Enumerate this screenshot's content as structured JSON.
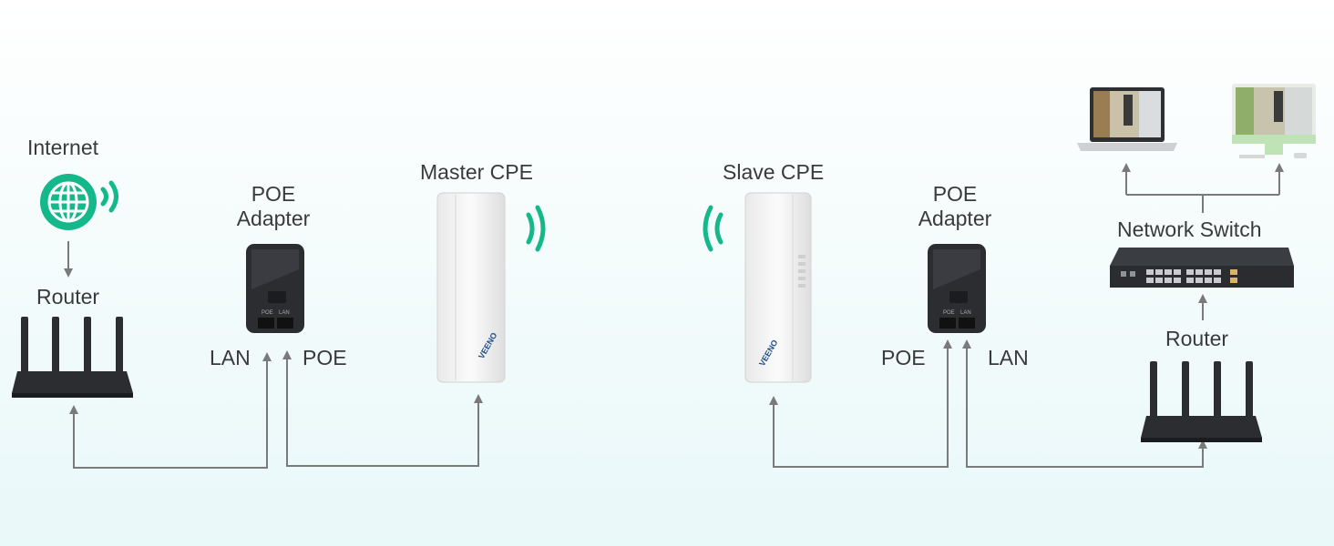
{
  "labels": {
    "internet": "Internet",
    "router_left": "Router",
    "poe_left_line1": "POE",
    "poe_left_line2": "Adapter",
    "lan_left": "LAN",
    "poe_port_left": "POE",
    "master_cpe": "Master CPE",
    "slave_cpe": "Slave CPE",
    "poe_right_line1": "POE",
    "poe_right_line2": "Adapter",
    "poe_port_right": "POE",
    "lan_right": "LAN",
    "network_switch": "Network Switch",
    "router_right": "Router"
  },
  "brand_logo": "VEENO",
  "colors": {
    "accent_green": "#14b88a",
    "arrow_gray": "#7a7a7a",
    "device_dark": "#2b2d31",
    "cpe_white": "#f3f3f3"
  }
}
